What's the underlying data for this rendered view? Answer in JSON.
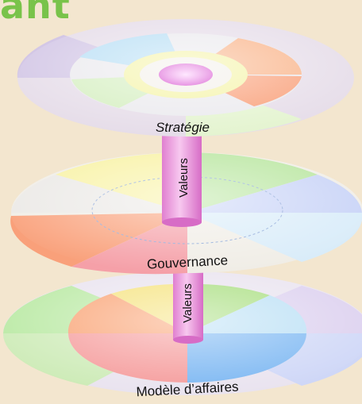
{
  "header": {
    "title_fragment": "ant"
  },
  "diagram": {
    "layers": [
      {
        "label": "Stratégie"
      },
      {
        "label": "Gouvernance"
      },
      {
        "label": "Modèle d’affaires"
      }
    ],
    "pillar_label": "Valeurs",
    "colors": {
      "background": "#f3e6cf",
      "pillar": "#f2a6e6",
      "accent_green": "#79c34a"
    }
  }
}
